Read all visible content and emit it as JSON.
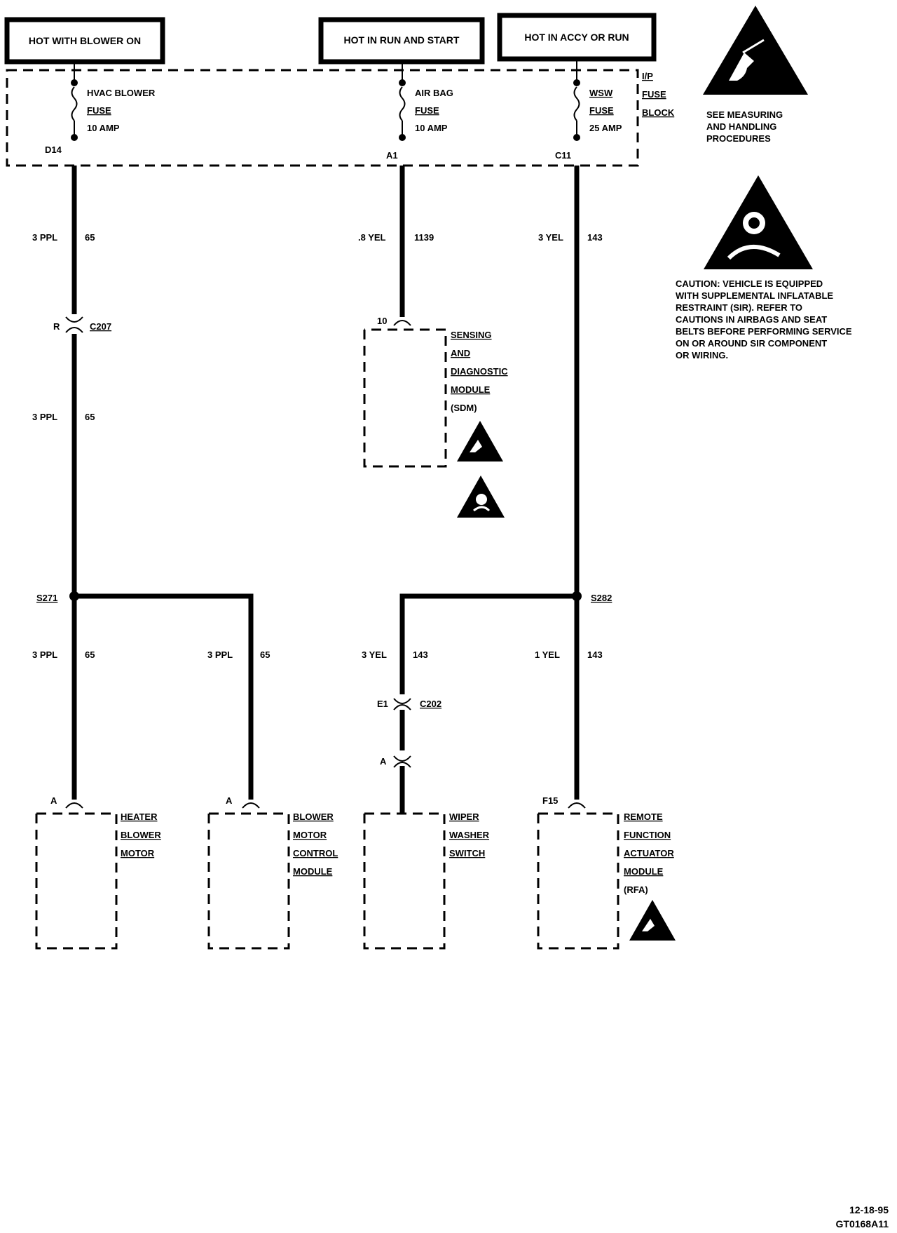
{
  "power_sources": [
    {
      "id": "blower",
      "label": "HOT WITH BLOWER ON"
    },
    {
      "id": "runstart",
      "label": "HOT IN RUN AND START"
    },
    {
      "id": "accy",
      "label": "HOT IN ACCY OR RUN"
    }
  ],
  "fuse_block": {
    "label_lines": [
      "I/P",
      "FUSE",
      "BLOCK"
    ]
  },
  "fuses": [
    {
      "name_lines": [
        "HVAC BLOWER",
        "FUSE",
        "10 AMP"
      ],
      "terminal": "D14"
    },
    {
      "name_lines": [
        "AIR BAG",
        "FUSE",
        "10 AMP"
      ],
      "terminal": "A1"
    },
    {
      "name_lines": [
        "WSW",
        "FUSE",
        "25 AMP"
      ],
      "terminal": "C11"
    }
  ],
  "wires": {
    "w1": {
      "gauge": "3 PPL",
      "circuit": "65"
    },
    "w1b": {
      "gauge": "3 PPL",
      "circuit": "65"
    },
    "w2": {
      "gauge": ".8 YEL",
      "circuit": "1139"
    },
    "w3": {
      "gauge": "3 YEL",
      "circuit": "143"
    },
    "w4": {
      "gauge": "3 PPL",
      "circuit": "65"
    },
    "w5": {
      "gauge": "3 PPL",
      "circuit": "65"
    },
    "w6": {
      "gauge": "3 YEL",
      "circuit": "143"
    },
    "w7": {
      "gauge": "1 YEL",
      "circuit": "143"
    }
  },
  "connectors": {
    "c207": {
      "name": "C207",
      "pin": "R"
    },
    "c202": {
      "name": "C202",
      "pin_top": "E1",
      "pin_bottom": "A"
    }
  },
  "splices": {
    "s271": "S271",
    "s282": "S282"
  },
  "sdm": {
    "pin": "10",
    "name_lines": [
      "SENSING",
      "AND",
      "DIAGNOSTIC",
      "MODULE",
      "(SDM)"
    ]
  },
  "components": [
    {
      "id": "heater",
      "pin": "A",
      "name_lines": [
        "HEATER",
        "BLOWER",
        "MOTOR"
      ]
    },
    {
      "id": "bmcm",
      "pin": "A",
      "name_lines": [
        "BLOWER",
        "MOTOR",
        "CONTROL",
        "MODULE"
      ]
    },
    {
      "id": "wiper",
      "pin": "",
      "name_lines": [
        "WIPER",
        "WASHER",
        "SWITCH"
      ]
    },
    {
      "id": "rfa",
      "pin": "F15",
      "name_lines": [
        "REMOTE",
        "FUNCTION",
        "ACTUATOR",
        "MODULE",
        "(RFA)"
      ]
    }
  ],
  "notes": {
    "esd_lines": [
      "SEE MEASURING",
      "AND HANDLING",
      "PROCEDURES"
    ],
    "sir_lines": [
      "CAUTION: VEHICLE IS EQUIPPED",
      "WITH SUPPLEMENTAL INFLATABLE",
      "RESTRAINT (SIR). REFER TO",
      "CAUTIONS IN AIRBAGS AND SEAT",
      "BELTS BEFORE PERFORMING SERVICE",
      "ON OR AROUND SIR COMPONENT",
      "OR WIRING."
    ]
  },
  "footer": {
    "date": "12-18-95",
    "code": "GT0168A11"
  }
}
